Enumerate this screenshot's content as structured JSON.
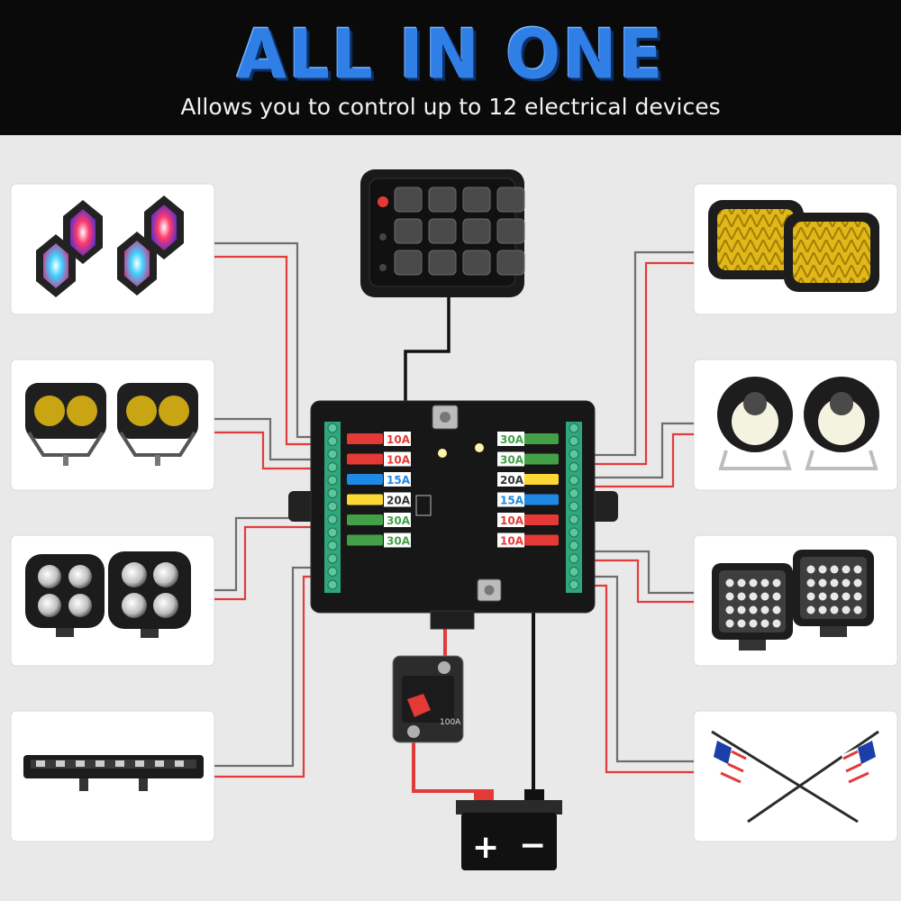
{
  "header": {
    "title": "ALL IN ONE",
    "subtitle": "Allows you to control up to 12 electrical devices"
  },
  "colors": {
    "title_blue": "#2f7fe6",
    "header_bg": "#0a0a0a",
    "wire_red": "#e23b3b",
    "wire_gray": "#6e6e6e",
    "terminal_green": "#2fa77d",
    "amber": "#e0b81a"
  },
  "fuse_box": {
    "left_fuses": [
      {
        "label": "10A",
        "color": "#e53935"
      },
      {
        "label": "10A",
        "color": "#e53935"
      },
      {
        "label": "15A",
        "color": "#1e88e5"
      },
      {
        "label": "20A",
        "color": "#fdd835"
      },
      {
        "label": "30A",
        "color": "#43a047"
      },
      {
        "label": "30A",
        "color": "#43a047"
      }
    ],
    "right_fuses": [
      {
        "label": "30A",
        "color": "#43a047"
      },
      {
        "label": "30A",
        "color": "#43a047"
      },
      {
        "label": "20A",
        "color": "#fdd835"
      },
      {
        "label": "15A",
        "color": "#1e88e5"
      },
      {
        "label": "10A",
        "color": "#e53935"
      },
      {
        "label": "10A",
        "color": "#e53935"
      }
    ]
  },
  "breaker": {
    "rating": "100A"
  },
  "devices": {
    "left": [
      "rgb-rock-lights",
      "amber-pod-lights",
      "round-led-pods",
      "led-light-bar"
    ],
    "right": [
      "amber-square-lights",
      "fog-lights",
      "led-cube-lights",
      "flag-whip-lights"
    ]
  }
}
